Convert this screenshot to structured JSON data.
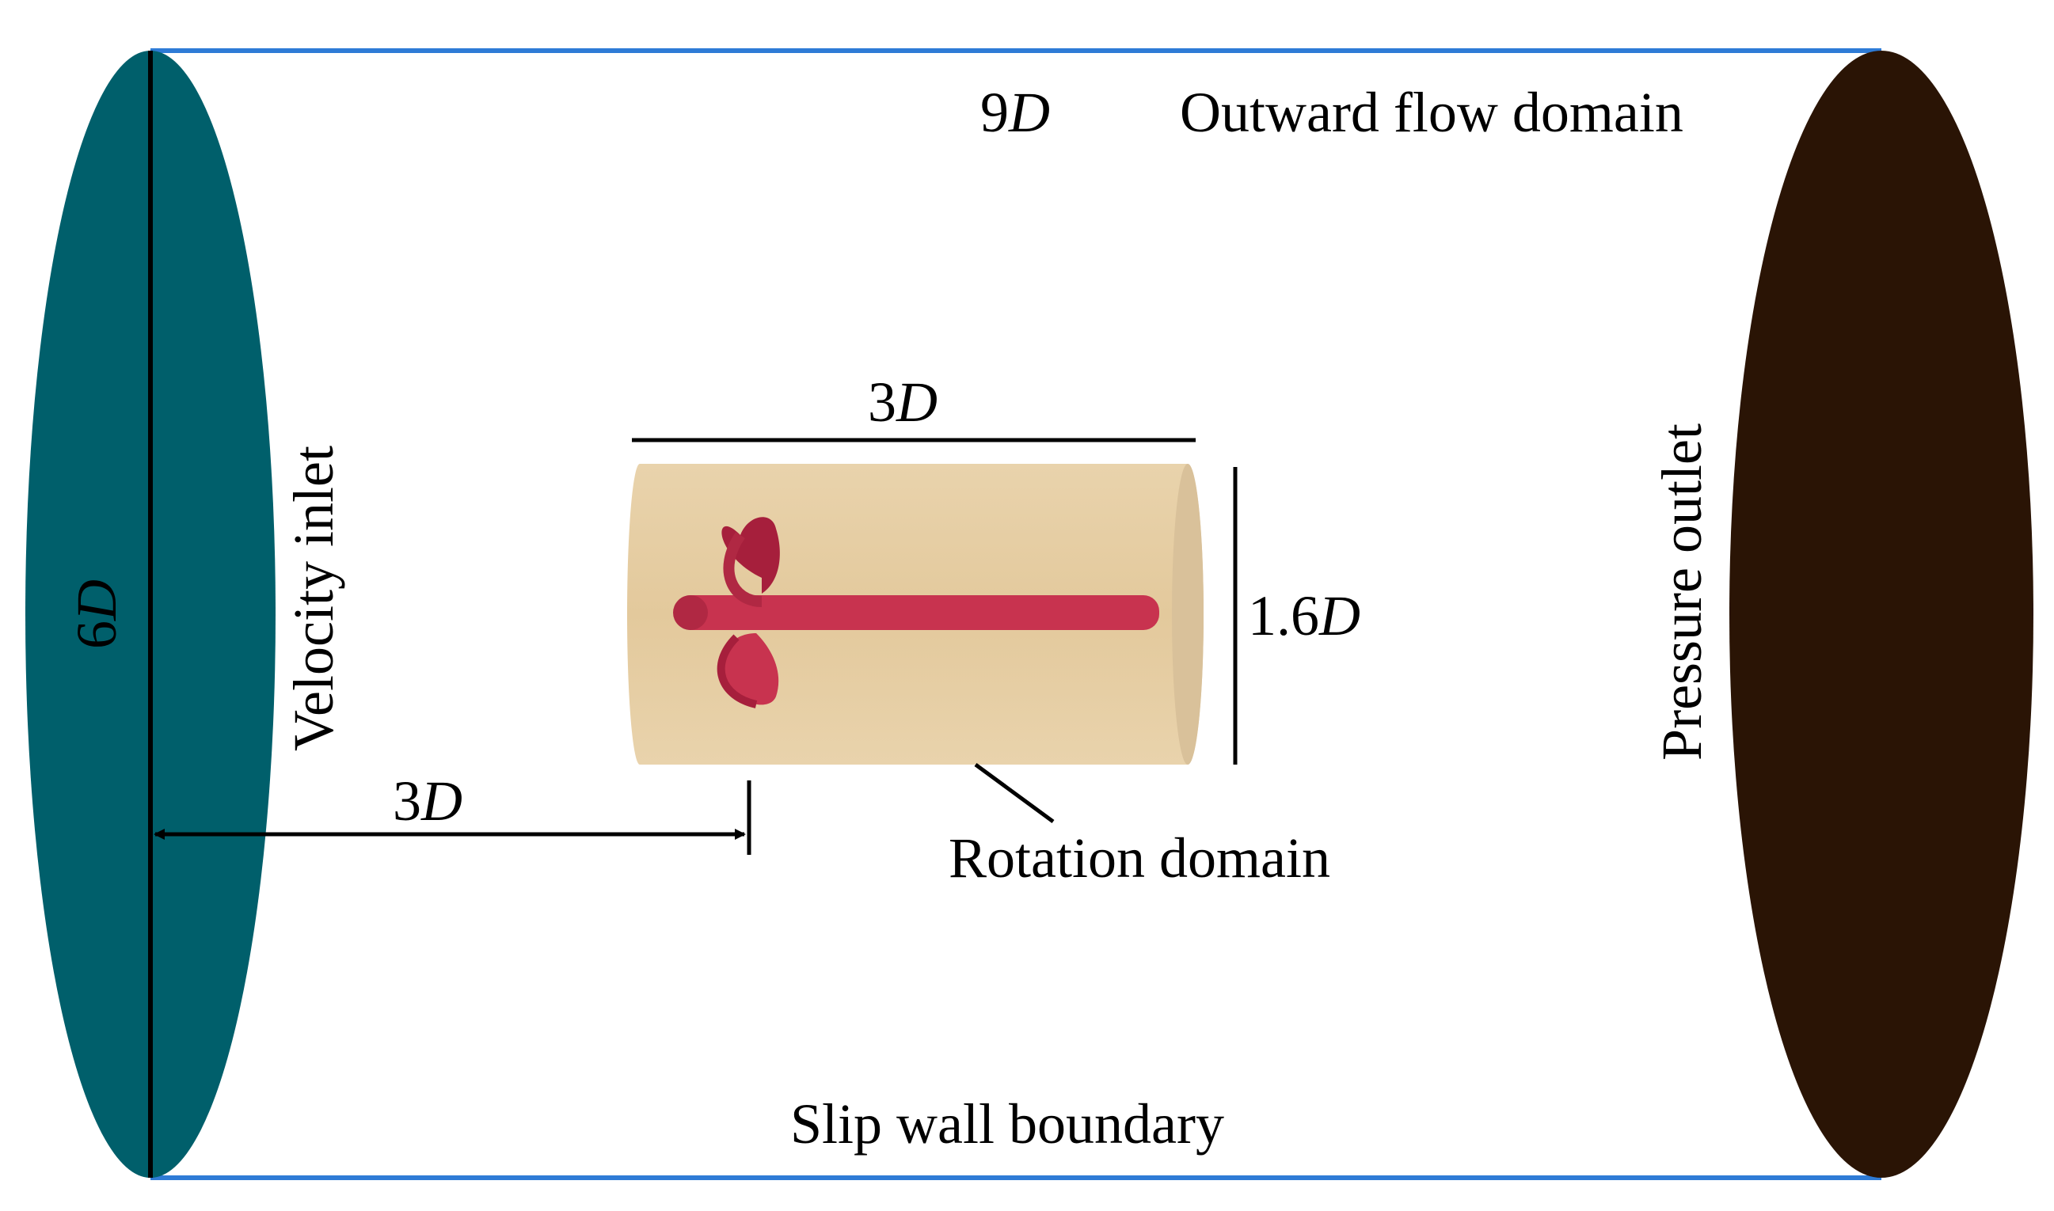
{
  "colors": {
    "inlet_face": "#005F6B",
    "outlet_face": "#2A1405",
    "boundary_line": "#2E7BD6",
    "rotation_cylinder": "#E7CFA6",
    "rotor": "#C8334F",
    "annotation": "#000000"
  },
  "labels": {
    "outward_prefix": "9",
    "outward_unit": "D",
    "outward_flow_domain": "Outward flow domain",
    "slip_wall_boundary": "Slip wall boundary",
    "velocity_inlet": "Velocity inlet",
    "pressure_outlet": "Pressure outlet",
    "rotation_domain": "Rotation domain",
    "inlet_diameter_prefix": "6",
    "inlet_diameter_unit": "D",
    "rotation_length_prefix": "3",
    "rotation_length_unit": "D",
    "rotation_diameter_prefix": "1.6",
    "rotation_diameter_unit": "D",
    "upstream_distance_prefix": "3",
    "upstream_distance_unit": "D"
  }
}
